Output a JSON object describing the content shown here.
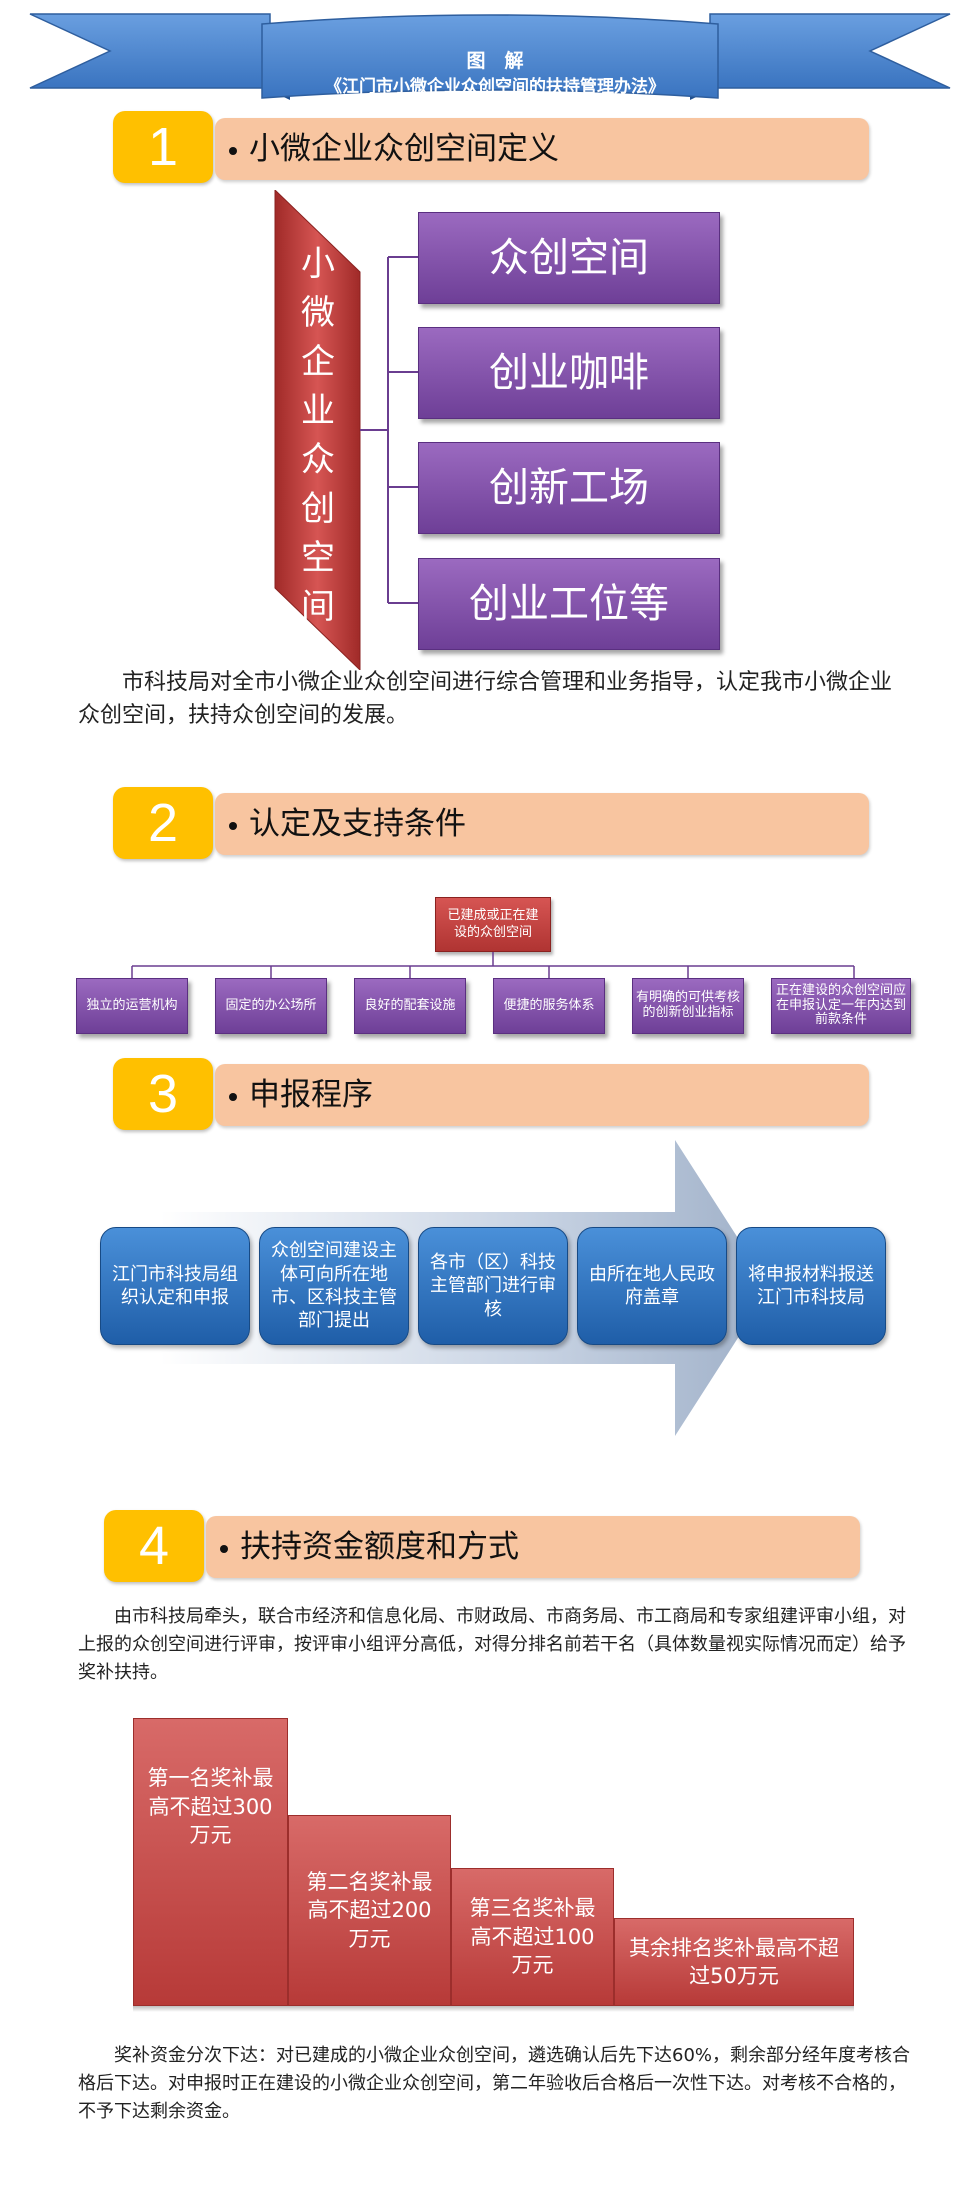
{
  "banner": {
    "line1": "图　解",
    "line2": "《江门市小微企业众创空间的扶持管理办法》"
  },
  "sections": [
    {
      "number": "1",
      "title": "小微企业众创空间定义"
    },
    {
      "number": "2",
      "title": "认定及支持条件"
    },
    {
      "number": "3",
      "title": "申报程序"
    },
    {
      "number": "4",
      "title": "扶持资金额度和方式"
    }
  ],
  "definition": {
    "root_label": "小\n微\n企\n业\n众\n创\n空\n间",
    "items": [
      "众创空间",
      "创业咖啡",
      "创新工场",
      "创业工位等"
    ],
    "paragraph": "　　市科技局对全市小微企业众创空间进行综合管理和业务指导，认定我市小微企业众创空间，扶持众创空间的发展。"
  },
  "conditions": {
    "root": "已建成或正在建设的众创空间",
    "items": [
      "独立的运营机构",
      "固定的办公场所",
      "良好的配套设施",
      "便捷的服务体系",
      "有明确的可供考核的创新创业指标",
      "正在建设的众创空间应在申报认定一年内达到前款条件"
    ]
  },
  "procedure": {
    "steps": [
      "江门市科技局组织认定和申报",
      "众创空间建设主体可向所在地市、区科技主管部门提出",
      "各市（区）科技主管部门进行审核",
      "由所在地人民政府盖章",
      "将申报材料报送江门市科技局"
    ]
  },
  "funding": {
    "paragraph": "　　由市科技局牵头，联合市经济和信息化局、市财政局、市商务局、市工商局和专家组建评审小组，对上报的众创空间进行评审，按评审小组评分高低，对得分排名前若干名（具体数量视实际情况而定）给予奖补扶持。",
    "steps": [
      "第一名奖补最高不超过300万元",
      "第二名奖补最高不超过200万元",
      "第三名奖补最高不超过100万元",
      "其余排名奖补最高不超过50万元"
    ],
    "closing": "　　奖补资金分次下达：对已建成的小微企业众创空间，遴选确认后先下达60%，剩余部分经年度考核合格后下达。对申报时正在建设的小微企业众创空间，第二年验收后合格后一次性下达。对考核不合格的，不予下达剩余资金。"
  },
  "colors": {
    "banner": "#4a86d0",
    "yellow": "#ffc000",
    "peach": "#f8c5a0",
    "purple": "#7f4fa8",
    "red": "#c0504d",
    "blue": "#2e75c8"
  }
}
